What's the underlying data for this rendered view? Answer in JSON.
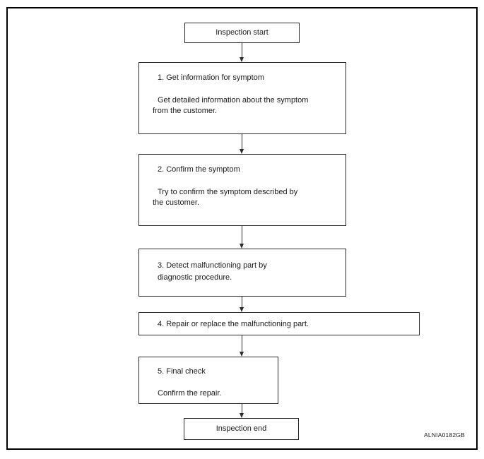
{
  "figure": {
    "code": "ALNIA0182GB",
    "frame_color": "#000000",
    "box_border_color": "#2b2b2b",
    "text_color": "#1a1a1a",
    "background": "#ffffff"
  },
  "flow": {
    "start": {
      "label": "Inspection start"
    },
    "end": {
      "label": "Inspection end"
    },
    "steps": [
      {
        "title": "1. Get information for symptom",
        "detail_line_1": "Get detailed information about the symptom",
        "detail_line_2": "from the customer."
      },
      {
        "title": "2. Confirm the symptom",
        "detail_line_1": "Try to confirm the symptom described by",
        "detail_line_2": "the customer."
      },
      {
        "title": "3. Detect malfunctioning part by",
        "detail_line_1": "diagnostic procedure.",
        "detail_line_2": ""
      },
      {
        "title": "4. Repair or replace the malfunctioning part.",
        "detail_line_1": "",
        "detail_line_2": ""
      },
      {
        "title": "5. Final check",
        "detail_line_1": "Confirm the repair.",
        "detail_line_2": ""
      }
    ]
  }
}
